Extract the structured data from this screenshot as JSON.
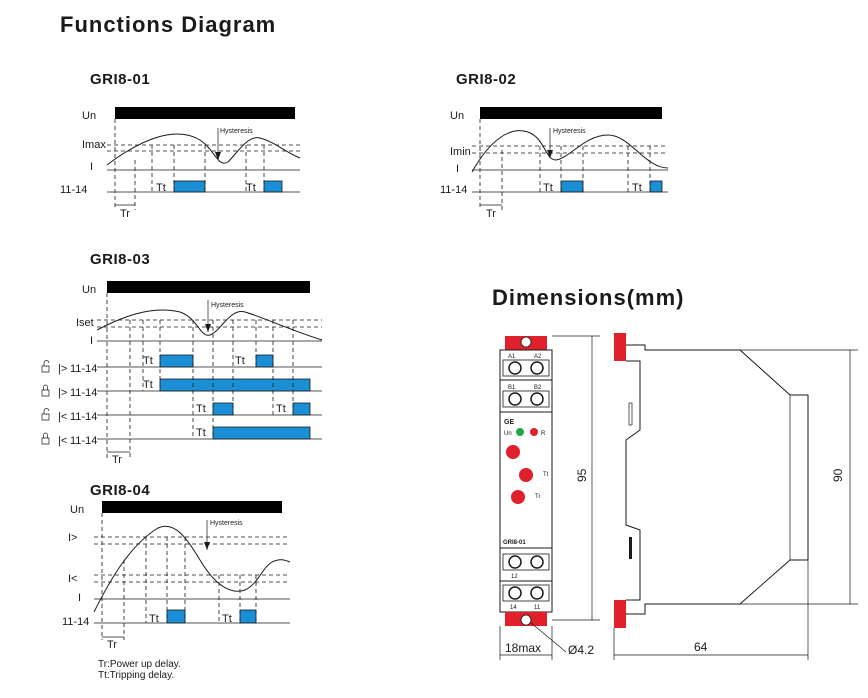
{
  "title": "Functions Diagram",
  "dimensions_title": "Dimensions(mm)",
  "hysteresis_label": "Hysteresis",
  "un_label": "Un",
  "i_label": "I",
  "out_label": "11-14",
  "tt_label": "Tt",
  "tr_label": "Tr",
  "gri801": {
    "title": "GRI8-01",
    "level": "Imax"
  },
  "gri802": {
    "title": "GRI8-02",
    "level": "Imin"
  },
  "gri803": {
    "title": "GRI8-03",
    "level": "Iset",
    "rows": [
      {
        "sym": "|>",
        "label": "11-14",
        "latched": false
      },
      {
        "sym": "|>",
        "label": "11-14",
        "latched": true
      },
      {
        "sym": "|<",
        "label": "11-14",
        "latched": false
      },
      {
        "sym": "|<",
        "label": "11-14",
        "latched": true
      }
    ]
  },
  "gri804": {
    "title": "GRI8-04",
    "high": "I>",
    "low": "I<"
  },
  "notes": {
    "tr": "Tr:Power up delay.",
    "tt": "Tt:Tripping delay."
  },
  "device": {
    "terminals_top": [
      "A1",
      "A2"
    ],
    "terminals_mid": [
      "B1",
      "B2"
    ],
    "led_un": "Un",
    "led_r": "R",
    "model": "GRI8-01",
    "terminal_12": "12",
    "terminals_bottom": [
      "14",
      "11"
    ],
    "dial_tt": "Tt",
    "dial_tr": "Tr"
  },
  "dims": {
    "height": "95",
    "width_label": "18max",
    "hole": "Ø4.2",
    "depth": "64",
    "rail_height": "90"
  },
  "colors": {
    "pulse": "#1a8fd6",
    "accent_red": "#e0202a",
    "bar": "#000000"
  }
}
